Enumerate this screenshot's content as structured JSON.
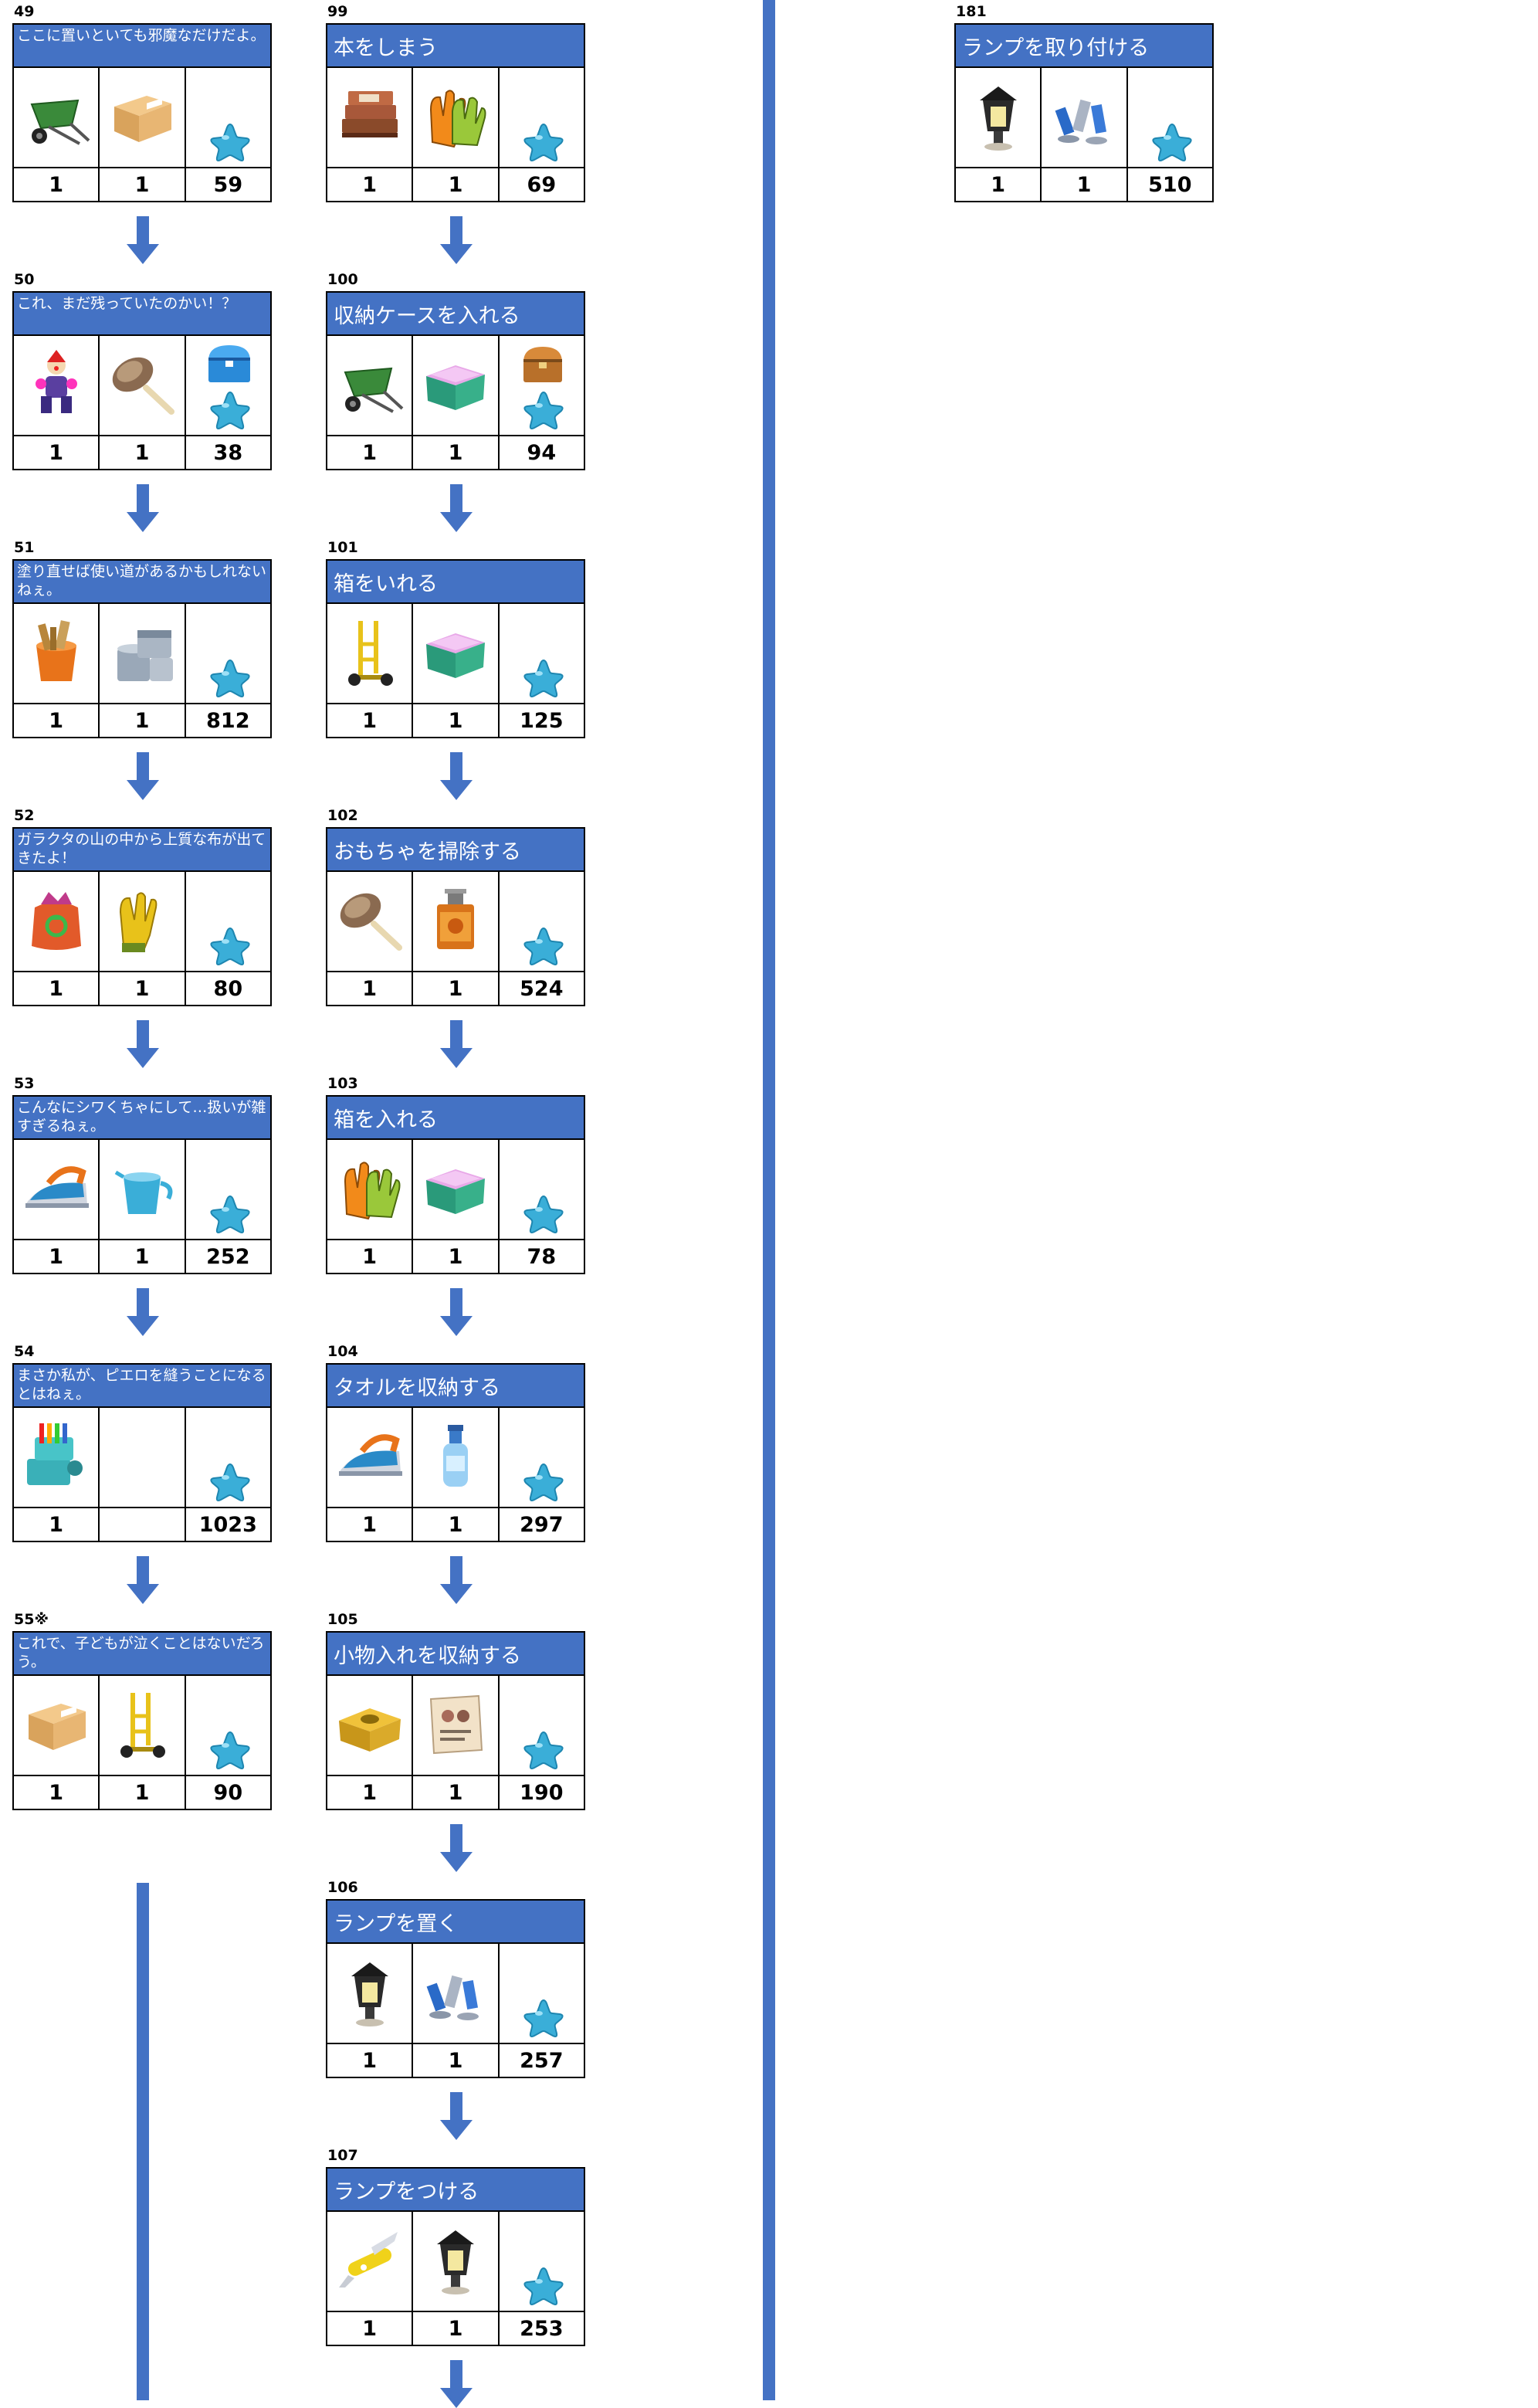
{
  "colors": {
    "header_blue": "#4472c4",
    "arrow_blue": "#4472c4",
    "star_blue": "#3aaed8"
  },
  "columns": [
    {
      "cards": [
        {
          "number": "49",
          "title": "ここに置いといても邪魔なだけだよ。",
          "title_size": "small",
          "items": [
            {
              "icon": "wheelbarrow-icon",
              "count": "1"
            },
            {
              "icon": "cardboard-box-icon",
              "count": "1"
            }
          ],
          "reward": {
            "value": "59",
            "icon": "star-icon"
          }
        },
        {
          "number": "50",
          "title": "これ、まだ残っていたのかい！？",
          "title_size": "small",
          "items": [
            {
              "icon": "clown-toy-icon",
              "count": "1"
            },
            {
              "icon": "feather-duster-icon",
              "count": "1"
            }
          ],
          "reward": {
            "value": "38",
            "icon": "star-icon",
            "extra_icon": "blue-treasure-chest-icon"
          }
        },
        {
          "number": "51",
          "title": "塗り直せば使い道があるかもしれないねぇ。",
          "title_size": "small",
          "items": [
            {
              "icon": "paint-bucket-icon",
              "count": "1"
            },
            {
              "icon": "paint-cans-icon",
              "count": "1"
            }
          ],
          "reward": {
            "value": "812",
            "icon": "star-icon"
          }
        },
        {
          "number": "52",
          "title": "ガラクタの山の中から上質な布が出てきたよ！",
          "title_size": "small",
          "items": [
            {
              "icon": "recycle-bag-icon",
              "count": "1"
            },
            {
              "icon": "yellow-gloves-icon",
              "count": "1"
            }
          ],
          "reward": {
            "value": "80",
            "icon": "star-icon"
          }
        },
        {
          "number": "53",
          "title": "こんなにシワくちゃにして…扱いが雑すぎるねぇ。",
          "title_size": "small",
          "items": [
            {
              "icon": "steam-iron-icon",
              "count": "1"
            },
            {
              "icon": "measuring-cup-icon",
              "count": "1"
            }
          ],
          "reward": {
            "value": "252",
            "icon": "star-icon"
          }
        },
        {
          "number": "54",
          "title": "まさか私が、ピエロを縫うことになるとはねぇ。",
          "title_size": "small",
          "items": [
            {
              "icon": "sewing-machine-icon",
              "count": "1"
            },
            {
              "icon": "",
              "count": ""
            }
          ],
          "reward": {
            "value": "1023",
            "icon": "star-icon"
          }
        },
        {
          "number": "55※",
          "title": "これで、子どもが泣くことはないだろう。",
          "title_size": "small",
          "items": [
            {
              "icon": "cardboard-box-icon",
              "count": "1"
            },
            {
              "icon": "hand-truck-icon",
              "count": "1"
            }
          ],
          "reward": {
            "value": "90",
            "icon": "star-icon"
          }
        }
      ]
    },
    {
      "cards": [
        {
          "number": "99",
          "title": "本をしまう",
          "title_size": "large",
          "items": [
            {
              "icon": "books-icon",
              "count": "1"
            },
            {
              "icon": "garden-gloves-icon",
              "count": "1"
            }
          ],
          "reward": {
            "value": "69",
            "icon": "star-icon"
          }
        },
        {
          "number": "100",
          "title": "収納ケースを入れる",
          "title_size": "large",
          "items": [
            {
              "icon": "wheelbarrow-icon",
              "count": "1"
            },
            {
              "icon": "storage-case-icon",
              "count": "1"
            }
          ],
          "reward": {
            "value": "94",
            "icon": "star-icon",
            "extra_icon": "wooden-treasure-chest-icon"
          }
        },
        {
          "number": "101",
          "title": "箱をいれる",
          "title_size": "large",
          "items": [
            {
              "icon": "hand-truck-icon",
              "count": "1"
            },
            {
              "icon": "storage-case-icon",
              "count": "1"
            }
          ],
          "reward": {
            "value": "125",
            "icon": "star-icon"
          }
        },
        {
          "number": "102",
          "title": "おもちゃを掃除する",
          "title_size": "large",
          "items": [
            {
              "icon": "feather-duster-icon",
              "count": "1"
            },
            {
              "icon": "oil-can-icon",
              "count": "1"
            }
          ],
          "reward": {
            "value": "524",
            "icon": "star-icon"
          }
        },
        {
          "number": "103",
          "title": "箱を入れる",
          "title_size": "large",
          "items": [
            {
              "icon": "garden-gloves-icon",
              "count": "1"
            },
            {
              "icon": "storage-case-icon",
              "count": "1"
            }
          ],
          "reward": {
            "value": "78",
            "icon": "star-icon"
          }
        },
        {
          "number": "104",
          "title": "タオルを収納する",
          "title_size": "large",
          "items": [
            {
              "icon": "steam-iron-icon",
              "count": "1"
            },
            {
              "icon": "spray-bottle-icon",
              "count": "1"
            }
          ],
          "reward": {
            "value": "297",
            "icon": "star-icon"
          }
        },
        {
          "number": "105",
          "title": "小物入れを収納する",
          "title_size": "large",
          "items": [
            {
              "icon": "golden-box-icon",
              "count": "1"
            },
            {
              "icon": "notice-paper-icon",
              "count": "1"
            }
          ],
          "reward": {
            "value": "190",
            "icon": "star-icon"
          }
        },
        {
          "number": "106",
          "title": "ランプを置く",
          "title_size": "large",
          "items": [
            {
              "icon": "lantern-icon",
              "count": "1"
            },
            {
              "icon": "screws-icon",
              "count": "1"
            }
          ],
          "reward": {
            "value": "257",
            "icon": "star-icon"
          }
        },
        {
          "number": "107",
          "title": "ランプをつける",
          "title_size": "large",
          "items": [
            {
              "icon": "pocket-knife-icon",
              "count": "1"
            },
            {
              "icon": "lantern-icon",
              "count": "1"
            }
          ],
          "reward": {
            "value": "253",
            "icon": "star-icon"
          }
        }
      ]
    },
    {
      "cards": [
        {
          "number": "181",
          "title": "ランプを取り付ける",
          "title_size": "large",
          "items": [
            {
              "icon": "lantern-icon",
              "count": "1"
            },
            {
              "icon": "screws-icon",
              "count": "1"
            }
          ],
          "reward": {
            "value": "510",
            "icon": "star-icon"
          }
        }
      ]
    }
  ]
}
